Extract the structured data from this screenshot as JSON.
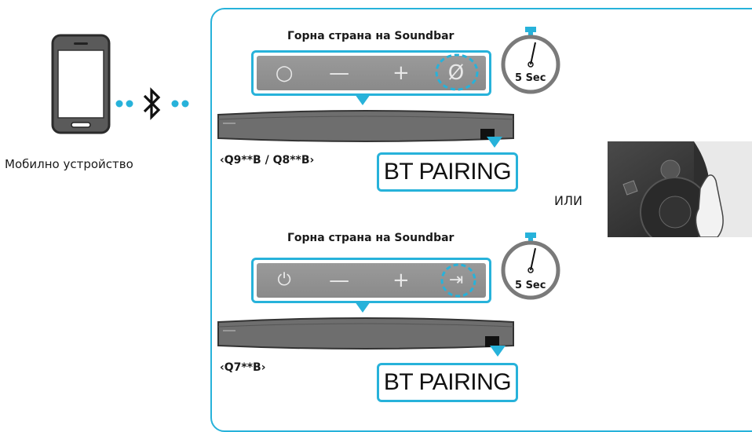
{
  "device_label": "Мобилно устройство",
  "or_label": "ИЛИ",
  "section_top": {
    "panel_title": "Горна страна на Soundbar",
    "model_label": "‹Q9**B / Q8**B›",
    "pairing_label": "BT PAIRING",
    "timer_label": "5 Sec",
    "buttons": [
      "○",
      "—",
      "+",
      "Ø"
    ]
  },
  "section_bottom": {
    "panel_title": "Горна страна на Soundbar",
    "model_label": "‹Q7**B›",
    "pairing_label": "BT PAIRING",
    "timer_label": "5 Sec",
    "buttons": [
      "⏻",
      "—",
      "+",
      "⇥"
    ]
  },
  "colors": {
    "accent": "#27b2da",
    "bluetooth": "#27b2da",
    "soundbar": "#6e6e6e",
    "panel": "#8e8e8e"
  },
  "icons": {
    "phone": "smartphone-icon",
    "bluetooth": "bluetooth-icon",
    "timer": "stopwatch-icon",
    "remote": "remote-photo"
  }
}
